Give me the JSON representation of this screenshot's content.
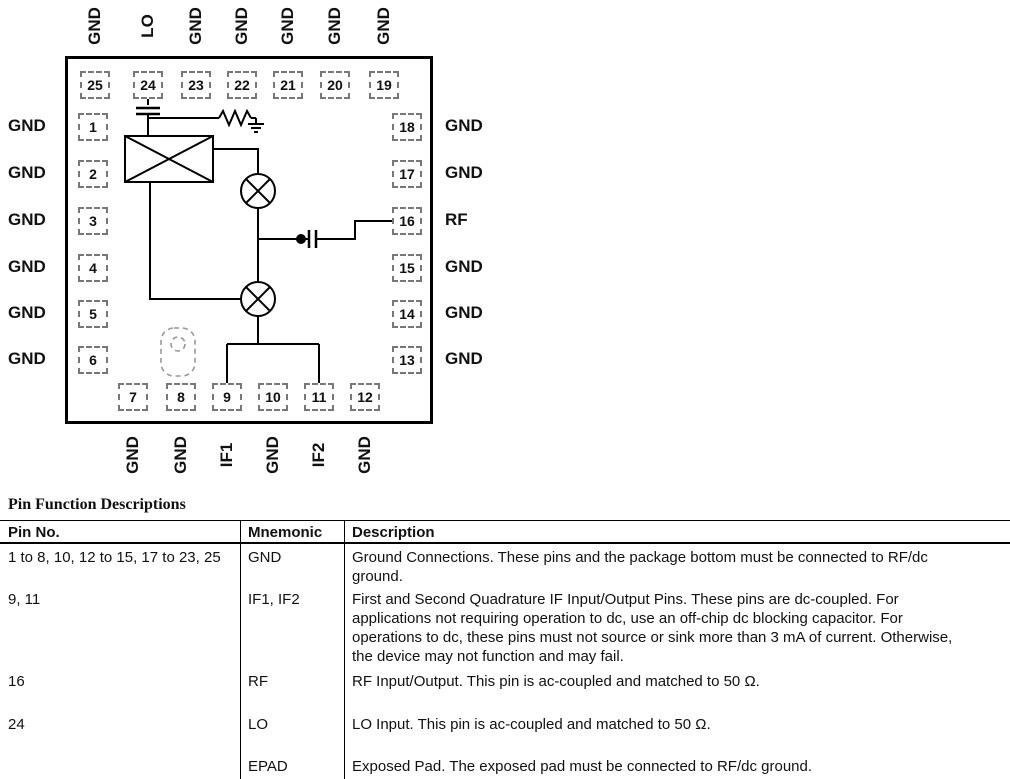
{
  "diagram": {
    "top_pins": [
      {
        "num": "25",
        "label": "GND"
      },
      {
        "num": "24",
        "label": "LO"
      },
      {
        "num": "23",
        "label": "GND"
      },
      {
        "num": "22",
        "label": "GND"
      },
      {
        "num": "21",
        "label": "GND"
      },
      {
        "num": "20",
        "label": "GND"
      },
      {
        "num": "19",
        "label": "GND"
      }
    ],
    "left_pins": [
      {
        "num": "1",
        "label": "GND"
      },
      {
        "num": "2",
        "label": "GND"
      },
      {
        "num": "3",
        "label": "GND"
      },
      {
        "num": "4",
        "label": "GND"
      },
      {
        "num": "5",
        "label": "GND"
      },
      {
        "num": "6",
        "label": "GND"
      }
    ],
    "right_pins": [
      {
        "num": "18",
        "label": "GND"
      },
      {
        "num": "17",
        "label": "GND"
      },
      {
        "num": "16",
        "label": "RF"
      },
      {
        "num": "15",
        "label": "GND"
      },
      {
        "num": "14",
        "label": "GND"
      },
      {
        "num": "13",
        "label": "GND"
      }
    ],
    "bottom_pins": [
      {
        "num": "7",
        "label": "GND"
      },
      {
        "num": "8",
        "label": "GND"
      },
      {
        "num": "9",
        "label": "IF1"
      },
      {
        "num": "10",
        "label": "GND"
      },
      {
        "num": "11",
        "label": "IF2"
      },
      {
        "num": "12",
        "label": "GND"
      }
    ]
  },
  "table": {
    "title": "Pin Function Descriptions",
    "headers": [
      "Pin No.",
      "Mnemonic",
      "Description"
    ],
    "rows": [
      {
        "pin": "1 to 8, 10, 12 to 15, 17 to 23, 25",
        "mnemonic": "GND",
        "description": "Ground Connections. These pins and the package bottom must be connected to RF/dc ground."
      },
      {
        "pin": "9, 11",
        "mnemonic": "IF1, IF2",
        "description": "First and Second Quadrature IF Input/Output Pins. These pins are dc-coupled. For applications not requiring operation to dc, use an off-chip dc blocking capacitor. For operations to dc, these pins must not source or sink more than 3 mA of current. Otherwise, the device may not function and may fail."
      },
      {
        "pin": "16",
        "mnemonic": "RF",
        "description": "RF Input/Output. This pin is ac-coupled and matched to 50 Ω."
      },
      {
        "pin": "24",
        "mnemonic": "LO",
        "description": "LO Input. This pin is ac-coupled and matched to 50 Ω."
      },
      {
        "pin": "",
        "mnemonic": "EPAD",
        "description": "Exposed Pad. The exposed pad must be connected to RF/dc ground."
      }
    ]
  }
}
